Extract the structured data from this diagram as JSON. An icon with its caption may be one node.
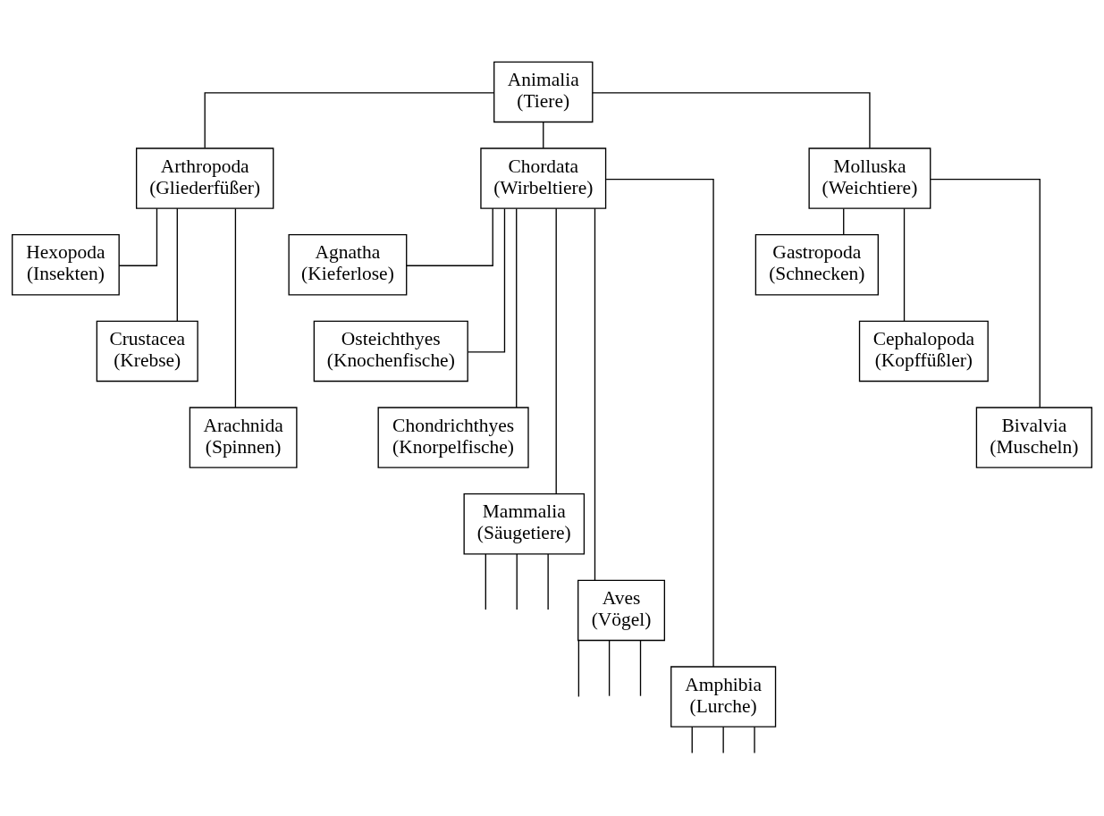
{
  "diagram": {
    "nodes": [
      {
        "text": [
          "Animalia",
          "(Tiere)"
        ]
      },
      {
        "text": [
          "Arthropoda",
          "(Gliederfüßer)"
        ]
      },
      {
        "text": [
          "Chordata",
          "(Wirbeltiere)"
        ]
      },
      {
        "text": [
          "Molluska",
          "(Weichtiere)"
        ]
      },
      {
        "text": [
          "Hexopoda",
          "(Insekten)"
        ]
      },
      {
        "text": [
          "Crustacea",
          "(Krebse)"
        ]
      },
      {
        "text": [
          "Arachnida",
          "(Spinnen)"
        ]
      },
      {
        "text": [
          "Agnatha",
          "(Kieferlose)"
        ]
      },
      {
        "text": [
          "Osteichthyes",
          "(Knochenfische)"
        ]
      },
      {
        "text": [
          "Chondrichthyes",
          "(Knorpelfische)"
        ]
      },
      {
        "text": [
          "Gastropoda",
          "(Schnecken)"
        ]
      },
      {
        "text": [
          "Cephalopoda",
          "(Kopffüßler)"
        ]
      },
      {
        "text": [
          "Bivalvia",
          "(Muscheln)"
        ]
      },
      {
        "text": [
          "Mammalia",
          "(Säugetiere)"
        ]
      },
      {
        "text": [
          "Aves",
          "(Vögel)"
        ]
      },
      {
        "text": [
          "Amphibia",
          "(Lurche)"
        ]
      }
    ],
    "edges": [
      {
        "from": 0,
        "to": 1,
        "arrow": "none"
      },
      {
        "from": 0,
        "to": 2,
        "arrow": "none"
      },
      {
        "from": 0,
        "to": 3,
        "arrow": "none"
      },
      {
        "from": 1,
        "to": 4,
        "arrow": "none"
      },
      {
        "from": 1,
        "to": 5,
        "arrow": "none"
      },
      {
        "from": 1,
        "to": 6,
        "arrow": "none"
      },
      {
        "from": 2,
        "to": 7,
        "arrow": "none"
      },
      {
        "from": 2,
        "to": 8,
        "arrow": "none"
      },
      {
        "from": 2,
        "to": 9,
        "arrow": "none"
      },
      {
        "from": 2,
        "to": 13,
        "arrow": "none"
      },
      {
        "from": 2,
        "to": 14,
        "arrow": "none"
      },
      {
        "from": 2,
        "to": 15,
        "arrow": "none"
      },
      {
        "from": 3,
        "to": 10,
        "arrow": "none"
      },
      {
        "from": 3,
        "to": 11,
        "arrow": "none"
      },
      {
        "from": 3,
        "to": 12,
        "arrow": "none"
      },
      {
        "from": 13,
        "to": null,
        "arrow": "none"
      },
      {
        "from": 13,
        "to": null,
        "arrow": "none"
      },
      {
        "from": 13,
        "to": null,
        "arrow": "none"
      },
      {
        "from": 14,
        "to": null,
        "arrow": "none"
      },
      {
        "from": 14,
        "to": null,
        "arrow": "none"
      },
      {
        "from": 14,
        "to": null,
        "arrow": "none"
      },
      {
        "from": 15,
        "to": null,
        "arrow": "none"
      },
      {
        "from": 15,
        "to": null,
        "arrow": "none"
      },
      {
        "from": 15,
        "to": null,
        "arrow": "none"
      }
    ]
  }
}
